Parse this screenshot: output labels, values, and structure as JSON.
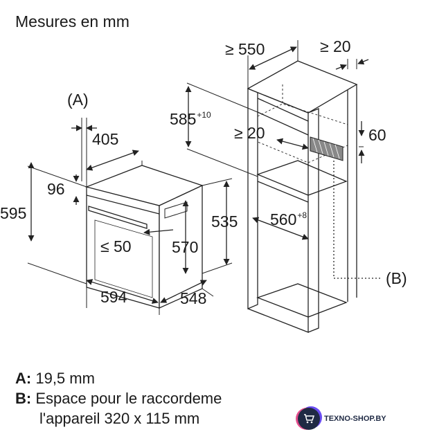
{
  "title": "Mesures en mm",
  "labels": {
    "A": "(A)",
    "B": "(B)",
    "d405": "405",
    "d96": "96",
    "d595": "595",
    "d50": "≤ 50",
    "d570": "570",
    "d535": "535",
    "d594": "594",
    "d548": "548",
    "d550": "≥ 550",
    "d20top": "≥ 20",
    "d585": "585",
    "d585sup": "+10",
    "d20mid": "≥ 20",
    "d60": "60",
    "d560": "560",
    "d560sup": "+8"
  },
  "notes": {
    "a_key": "A:",
    "a_text": "19,5 mm",
    "b_key": "B:",
    "b_text": "Espace pour le raccordeme",
    "b_text2": "l'appareil 320 x 115 mm"
  },
  "watermark": "TEXNO-SHOP.BY",
  "colors": {
    "line": "#222222",
    "text": "#1a1a1a",
    "logo": "#1f2a44"
  }
}
